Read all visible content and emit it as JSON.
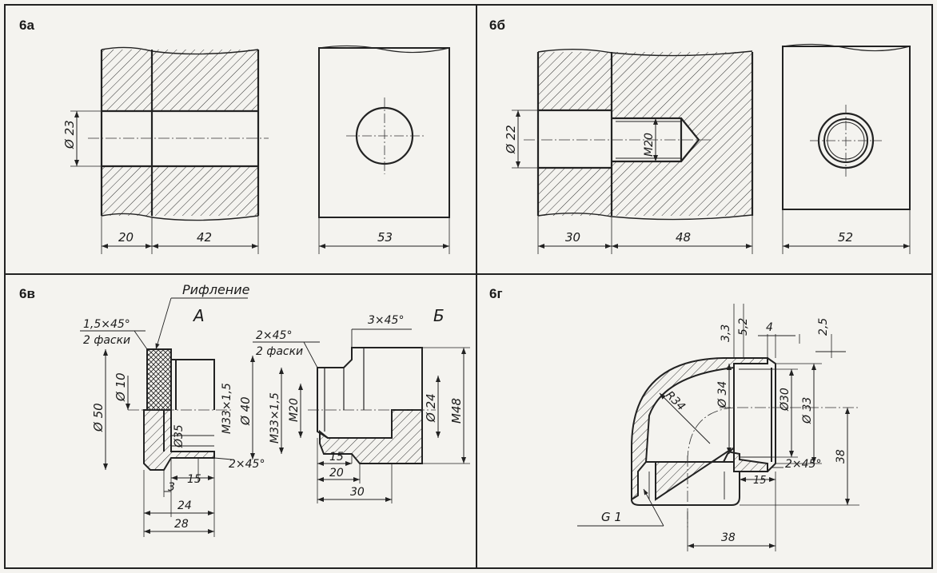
{
  "panels": {
    "a": {
      "label": "6а",
      "dims": {
        "dia": "Ø 23",
        "w1": "20",
        "w2": "42",
        "w3": "53"
      }
    },
    "b": {
      "label": "6б",
      "dims": {
        "dia": "Ø 22",
        "thread": "M20",
        "w1": "30",
        "w2": "48",
        "w3": "52"
      }
    },
    "v": {
      "label": "6в",
      "texts": {
        "knurl": "Рифление",
        "partA": "А",
        "partB": "Б"
      },
      "dims": {
        "chamfer1": "1,5×45°",
        "faski1": "2 фаски",
        "chamfer2": "2×45°",
        "faski2": "2 фаски",
        "chamfer3": "3×45°",
        "chamfer4": "2×45°",
        "d50": "Ø 50",
        "d10": "Ø 10",
        "d35": "Ø35",
        "m33a": "M33×1,5",
        "d40": "Ø 40",
        "m33b": "M33×1,5",
        "m20": "M20",
        "d24": "Ø 24",
        "m48": "M48",
        "a3": "3",
        "a15": "15",
        "a24": "24",
        "a28": "28",
        "b15": "15",
        "b20": "20",
        "b30": "30"
      }
    },
    "g": {
      "label": "6г",
      "dims": {
        "d33": "3,3",
        "d52": "5,2",
        "d4": "4",
        "d25": "2,5",
        "r34": "R34",
        "dia34": "Ø 34",
        "dia30": "Ø30",
        "dia33": "Ø 33",
        "h38": "38",
        "w38": "38",
        "w15": "15",
        "chamfer": "2×45°",
        "thread": "G 1"
      }
    }
  }
}
